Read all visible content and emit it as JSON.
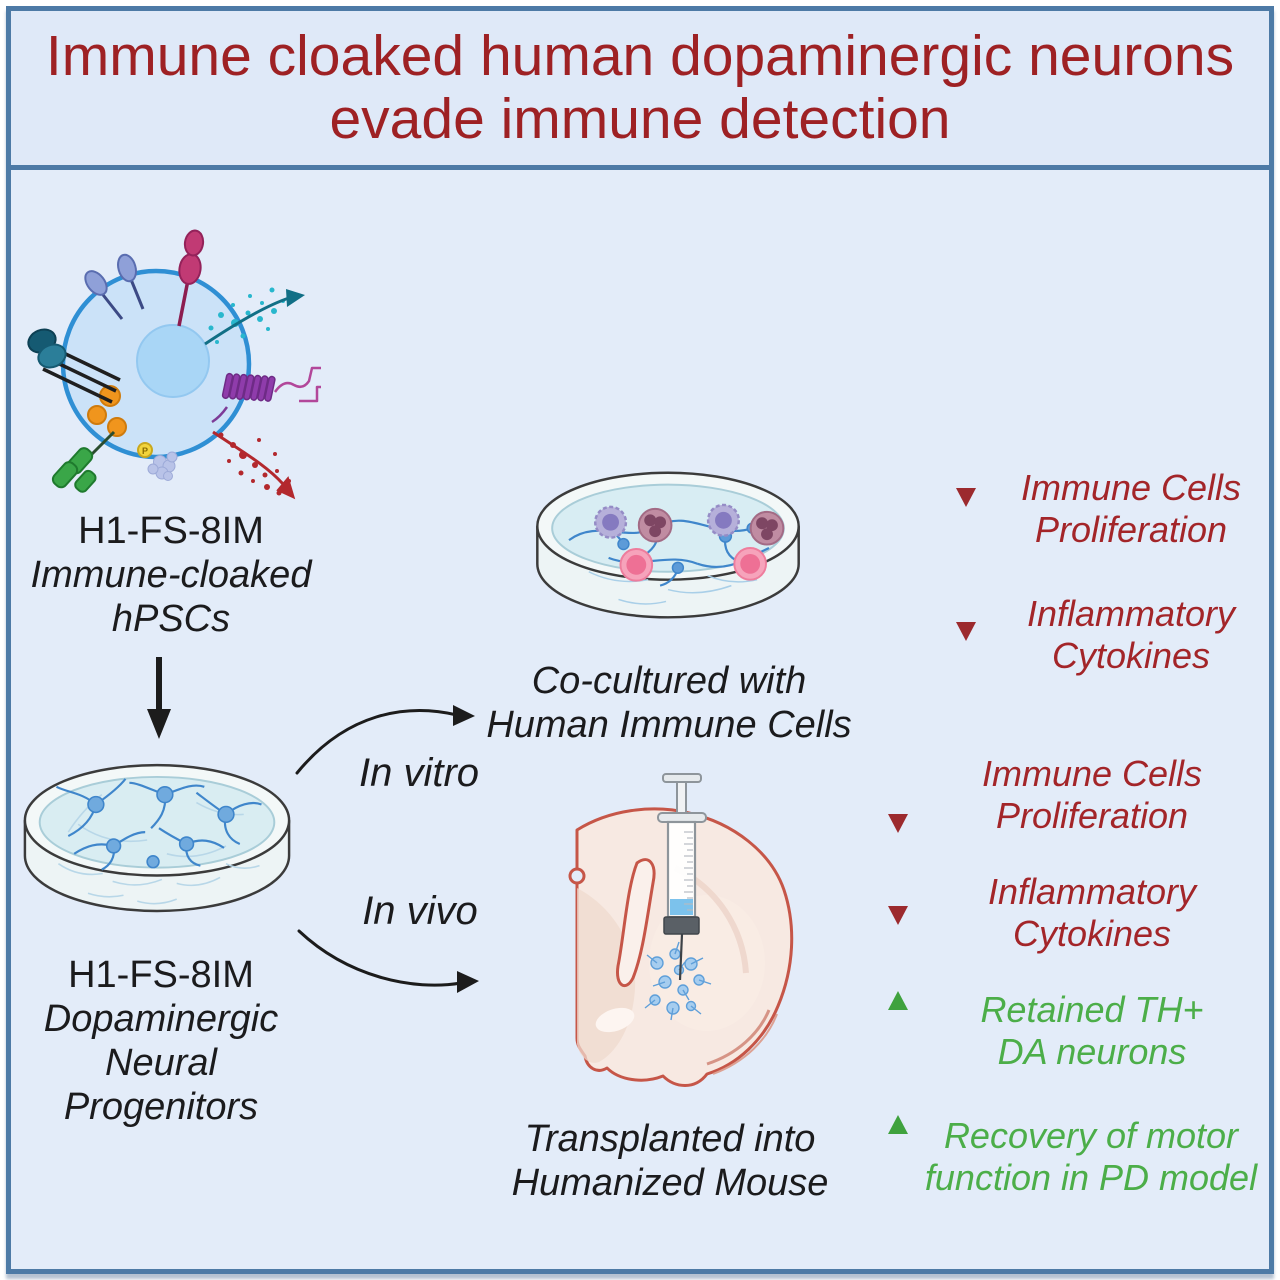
{
  "title": {
    "line1": "Immune cloaked human dopaminergic neurons",
    "line2": "evade immune detection"
  },
  "cell": {
    "label_line1": "H1-FS-8IM",
    "label_line2": "Immune-cloaked",
    "label_line3": "hPSCs",
    "phosphate_label": "P"
  },
  "progenitors": {
    "label_line1": "H1-FS-8IM",
    "label_line2": "Dopaminergic",
    "label_line3": "Neural",
    "label_line4": "Progenitors"
  },
  "branches": {
    "in_vitro": "In vitro",
    "in_vivo": "In vivo"
  },
  "coculture": {
    "label_line1": "Co-cultured with",
    "label_line2": "Human Immune Cells"
  },
  "transplant": {
    "label_line1": "Transplanted into",
    "label_line2": "Humanized Mouse"
  },
  "results": {
    "in_vitro": [
      {
        "arrow": "down",
        "lines": [
          "Immune Cells",
          "Proliferation"
        ]
      },
      {
        "arrow": "down",
        "lines": [
          "Inflammatory",
          "Cytokines"
        ]
      }
    ],
    "in_vivo": [
      {
        "arrow": "down",
        "lines": [
          "Immune Cells",
          "Proliferation"
        ]
      },
      {
        "arrow": "down",
        "lines": [
          "Inflammatory",
          "Cytokines"
        ]
      },
      {
        "arrow": "up",
        "lines": [
          "Retained TH+",
          "DA neurons"
        ]
      },
      {
        "arrow": "up",
        "lines": [
          "Recovery of motor",
          "function in PD model"
        ]
      }
    ]
  },
  "colors": {
    "title_red": "#9e2124",
    "result_red": "#a32529",
    "result_green": "#4cae49",
    "frame_blue": "#4d7aa6",
    "background": "#e3ecf9"
  },
  "icons": {
    "down_trend_arrow_icon": "↓",
    "up_trend_arrow_icon": "↑",
    "flow_arrow_icon": "→"
  }
}
